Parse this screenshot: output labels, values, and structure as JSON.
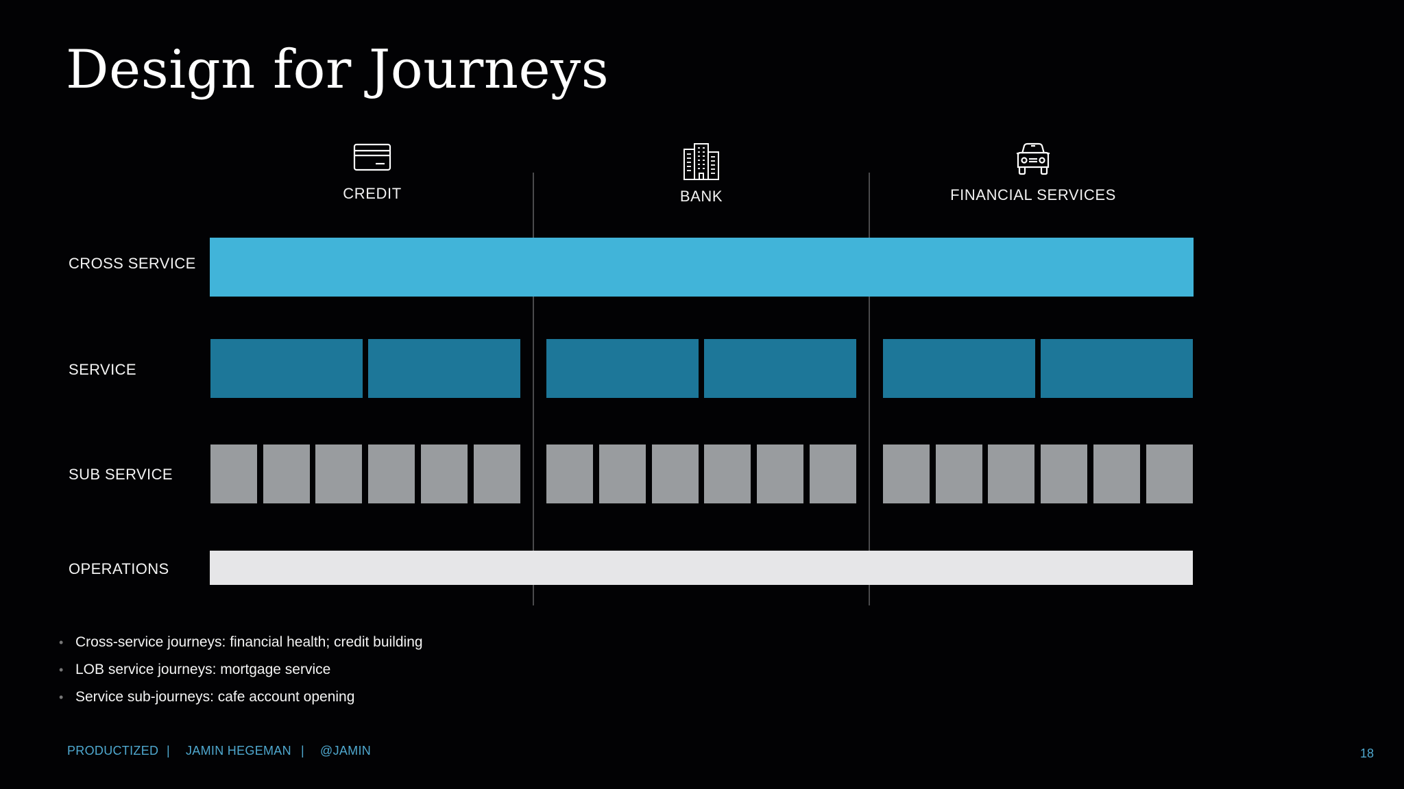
{
  "title": "Design for Journeys",
  "columns": [
    {
      "label": "CREDIT",
      "icon": "credit-card-icon"
    },
    {
      "label": "BANK",
      "icon": "building-icon"
    },
    {
      "label": "FINANCIAL SERVICES",
      "icon": "car-icon"
    }
  ],
  "rows": [
    {
      "label": "CROSS SERVICE"
    },
    {
      "label": "SERVICE"
    },
    {
      "label": "SUB SERVICE"
    },
    {
      "label": "OPERATIONS"
    }
  ],
  "structure": {
    "cross_service_bars": 1,
    "service_blocks_per_column": 2,
    "sub_service_blocks_per_column": 6,
    "operations_bars": 1
  },
  "colors": {
    "background": "#020204",
    "cross_service": "#41b4d9",
    "service": "#1d7799",
    "sub_service": "#999c9f",
    "operations": "#e6e6e8",
    "footer_accent": "#4fa8cf",
    "divider": "#4a4a4c"
  },
  "bullets": [
    "Cross-service journeys: financial health; credit building",
    "LOB service journeys: mortgage service",
    "Service sub-journeys: cafe account opening"
  ],
  "footer": {
    "brand": "PRODUCTIZED",
    "separator": "|",
    "author": "JAMIN HEGEMAN",
    "handle": "@JAMIN",
    "page_number": "18"
  }
}
